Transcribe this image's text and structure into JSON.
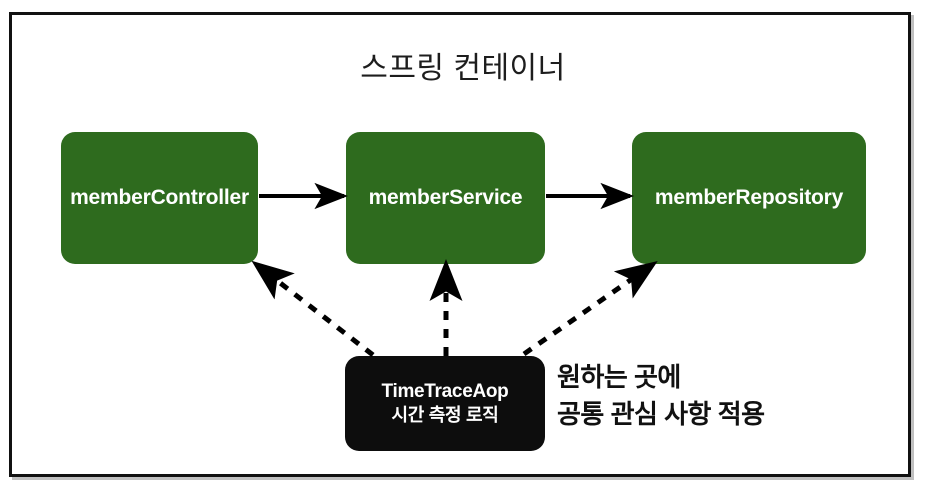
{
  "diagram": {
    "title": "스프링 컨테이너",
    "beans": [
      {
        "label": "memberController"
      },
      {
        "label": "memberService"
      },
      {
        "label": "memberRepository"
      }
    ],
    "aspect": {
      "name": "TimeTraceAop",
      "description": "시간 측정 로직"
    },
    "annotation": {
      "line1": "원하는 곳에",
      "line2": "공통 관심 사항 적용"
    },
    "colors": {
      "bean_fill": "#2e6b1e",
      "bean_text": "#ffffff",
      "aspect_fill": "#0d0d0d",
      "aspect_text": "#ffffff",
      "frame_border": "#111111",
      "title_text": "#1d1d1d",
      "annotation_text": "#111111",
      "background": "#ffffff",
      "arrow": "#000000"
    },
    "edges": [
      {
        "from": "memberController",
        "to": "memberService",
        "style": "solid"
      },
      {
        "from": "memberService",
        "to": "memberRepository",
        "style": "solid"
      },
      {
        "from": "TimeTraceAop",
        "to": "memberController",
        "style": "dashed"
      },
      {
        "from": "TimeTraceAop",
        "to": "memberService",
        "style": "dashed"
      },
      {
        "from": "TimeTraceAop",
        "to": "memberRepository",
        "style": "dashed"
      }
    ]
  }
}
